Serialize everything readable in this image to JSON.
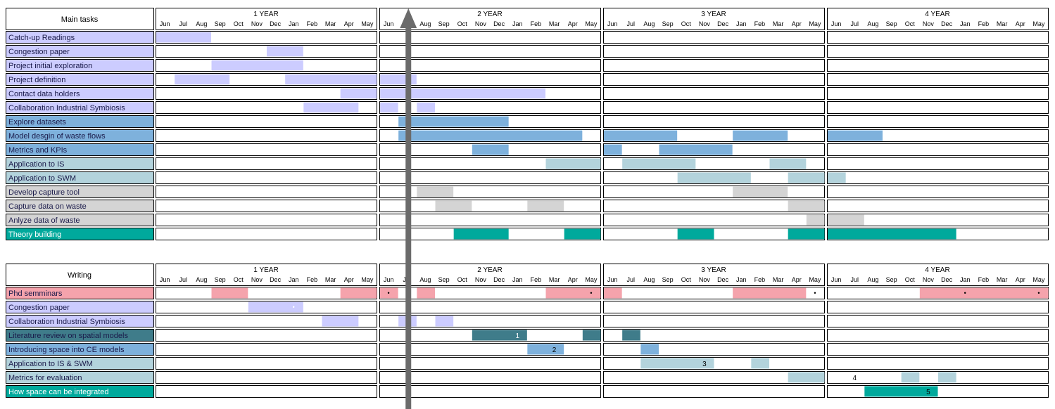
{
  "chart_data": {
    "type": "gantt",
    "months": [
      "Jun",
      "Jul",
      "Aug",
      "Sep",
      "Oct",
      "Nov",
      "Dec",
      "Jan",
      "Feb",
      "Mar",
      "Apr",
      "May"
    ],
    "years": [
      "1 YEAR",
      "2 YEAR",
      "3 YEAR",
      "4 YEAR"
    ],
    "colors": {
      "lavender": "#ccccff",
      "blue": "#7eb1dc",
      "lightblue": "#b3d3dc",
      "gray": "#d4d4d4",
      "teal": "#00a99c",
      "pink": "#f5a3ac",
      "darkteal": "#3f7c8a",
      "line": "#6b6b6b"
    },
    "sections": [
      {
        "title": "Main tasks",
        "tasks": [
          {
            "name": "Catch-up Readings",
            "color": "lavender",
            "bars": [
              [
                0,
                3
              ]
            ]
          },
          {
            "name": "Congestion paper",
            "color": "lavender",
            "bars": [
              [
                6,
                8
              ]
            ]
          },
          {
            "name": "Project initial exploration",
            "color": "lavender",
            "bars": [
              [
                3,
                8
              ]
            ]
          },
          {
            "name": "Project definition",
            "color": "lavender",
            "bars": [
              [
                1,
                4
              ],
              [
                7,
                14
              ]
            ]
          },
          {
            "name": "Contact data holders",
            "color": "lavender",
            "bars": [
              [
                10,
                21
              ]
            ]
          },
          {
            "name": "Collaboration Industrial Symbiosis",
            "color": "lavender",
            "bars": [
              [
                8,
                11
              ],
              [
                12,
                13
              ],
              [
                14,
                15
              ]
            ]
          },
          {
            "name": "Explore datasets",
            "color": "blue",
            "bars": [
              [
                13,
                19
              ]
            ]
          },
          {
            "name": "Model desgin of waste flows",
            "color": "blue",
            "bars": [
              [
                13,
                23
              ],
              [
                24,
                28
              ],
              [
                31,
                34
              ],
              [
                36,
                39
              ]
            ]
          },
          {
            "name": "Metrics and KPIs",
            "color": "blue",
            "bars": [
              [
                17,
                19
              ],
              [
                24,
                25
              ],
              [
                27,
                31
              ]
            ]
          },
          {
            "name": "Application to IS",
            "color": "lightblue",
            "bars": [
              [
                21,
                24
              ],
              [
                25,
                29
              ],
              [
                33,
                35
              ]
            ]
          },
          {
            "name": "Application to SWM",
            "color": "lightblue",
            "bars": [
              [
                28,
                32
              ],
              [
                34,
                37
              ]
            ]
          },
          {
            "name": "Develop capture tool",
            "color": "gray",
            "bars": [
              [
                14,
                16
              ],
              [
                31,
                34
              ]
            ]
          },
          {
            "name": "Capture data on waste",
            "color": "gray",
            "bars": [
              [
                15,
                17
              ],
              [
                20,
                22
              ],
              [
                34,
                36
              ]
            ]
          },
          {
            "name": "Anlyze data of waste",
            "color": "gray",
            "bars": [
              [
                35,
                38
              ]
            ]
          },
          {
            "name": "Theory building",
            "color": "teal",
            "bars": [
              [
                16,
                19
              ],
              [
                22,
                24
              ],
              [
                28,
                30
              ],
              [
                34,
                43
              ]
            ]
          }
        ]
      },
      {
        "title": "Writing",
        "tasks": [
          {
            "name": "Phd semminars",
            "color": "pink",
            "bars": [
              [
                3,
                5
              ],
              [
                10,
                13
              ],
              [
                14,
                15
              ],
              [
                21,
                25
              ],
              [
                31,
                35
              ],
              [
                41,
                48
              ]
            ],
            "marks": [
              12.5,
              23.5,
              35.5,
              43.5,
              47.5
            ],
            "labels": []
          },
          {
            "name": "Congestion paper",
            "color": "lavender",
            "bars": [
              [
                5,
                8
              ]
            ],
            "marks": [
              7.5
            ],
            "labels": []
          },
          {
            "name": "Collaboration Industrial Symbiosis",
            "color": "lavender",
            "bars": [
              [
                9,
                11
              ],
              [
                13,
                14
              ],
              [
                15,
                16
              ]
            ],
            "marks": [],
            "labels": []
          },
          {
            "name": "Literature review on spatial models",
            "color": "darkteal",
            "bars": [
              [
                17,
                20
              ],
              [
                23,
                24
              ],
              [
                25,
                26
              ]
            ],
            "marks": [],
            "labels": [
              {
                "text": "1",
                "at": 19.5
              }
            ]
          },
          {
            "name": "Introducing space into CE models",
            "color": "blue",
            "bars": [
              [
                20,
                22
              ],
              [
                26,
                27
              ]
            ],
            "marks": [],
            "labels": [
              {
                "text": "2",
                "at": 21.5
              }
            ]
          },
          {
            "name": "Application to IS & SWM",
            "color": "lightblue",
            "bars": [
              [
                26,
                30
              ],
              [
                32,
                33
              ]
            ],
            "marks": [],
            "labels": [
              {
                "text": "3",
                "at": 29.5
              }
            ]
          },
          {
            "name": "Metrics for evaluation",
            "color": "lightblue",
            "bars": [
              [
                34,
                36
              ],
              [
                40,
                41
              ],
              [
                42,
                43
              ]
            ],
            "marks": [],
            "labels": [
              {
                "text": "4",
                "at": 37.5
              }
            ]
          },
          {
            "name": "How space can be integrated",
            "color": "teal",
            "bars": [
              [
                38,
                42
              ]
            ],
            "marks": [],
            "labels": [
              {
                "text": "5",
                "at": 41.5
              }
            ]
          }
        ]
      }
    ],
    "today_marker": {
      "month_index": 13.5,
      "arrow": "up"
    }
  }
}
